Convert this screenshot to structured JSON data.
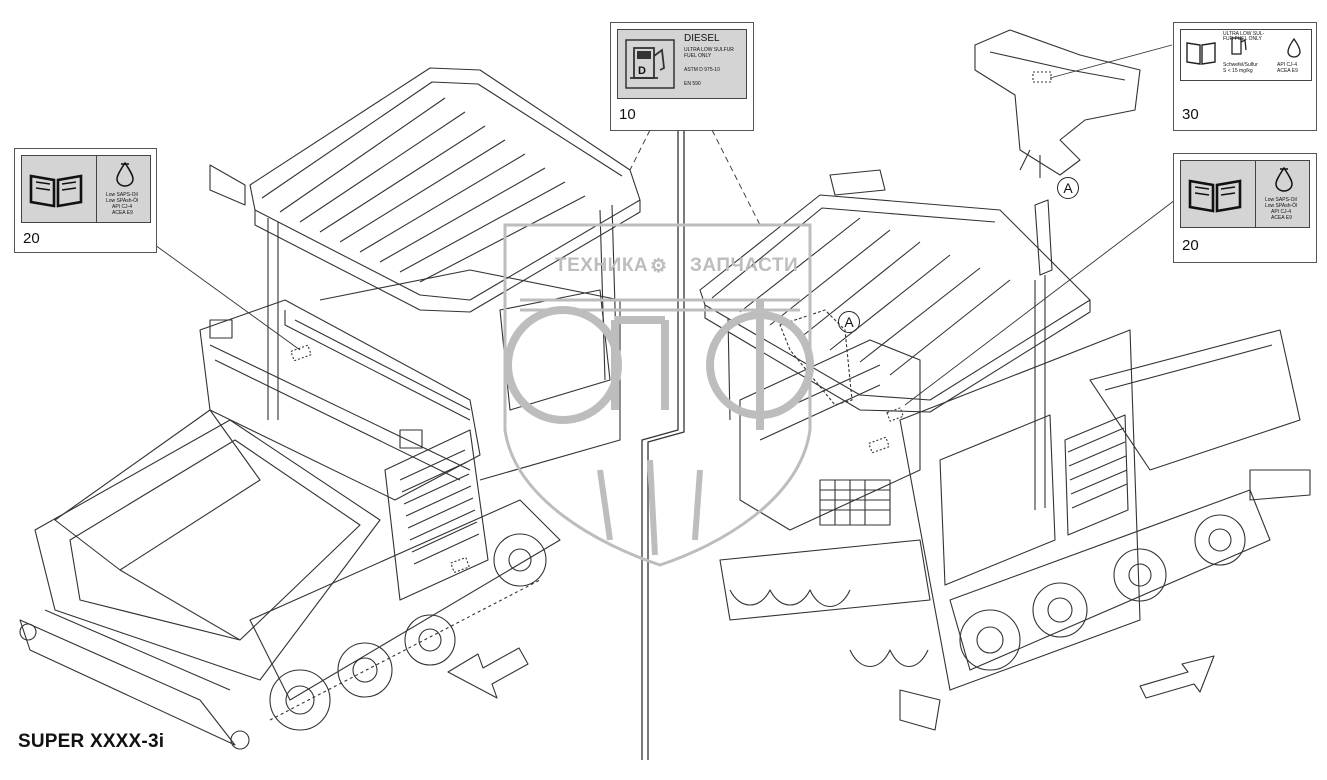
{
  "model": "SUPER XXXX-3i",
  "watermark": {
    "left": "ТЕХНИКА",
    "right": "ЗАПЧАСТИ",
    "logo": "эпф"
  },
  "callouts": {
    "diesel": {
      "number": "10",
      "title": "DIESEL",
      "lines": [
        "ULTRA LOW SULFUR",
        "FUEL ONLY",
        "ASTM D 975-10",
        "EN 590"
      ],
      "icon": "fuel-pump-icon"
    },
    "fuel_30": {
      "number": "30",
      "lines": [
        "ULTRA LOW SUL-",
        "FUR FUEL ONLY",
        "Schwefel/Sulfur",
        "S < 15 mg/kg",
        "API CJ-4",
        "ACEA E9"
      ],
      "icon": "fuel-pump-icon"
    },
    "oil_left": {
      "number": "20",
      "lines": [
        "Low SAPS-Oil",
        "Low SPAsh-Öl",
        "API CJ-4",
        "ACEA E9"
      ],
      "icon": "oil-drop-icon"
    },
    "oil_right": {
      "number": "20",
      "lines": [
        "Low SAPS-Oil",
        "Low SPAsh-Öl",
        "API CJ-4",
        "ACEA E9"
      ],
      "icon": "oil-drop-icon"
    }
  },
  "detail_markers": [
    "A",
    "A"
  ]
}
